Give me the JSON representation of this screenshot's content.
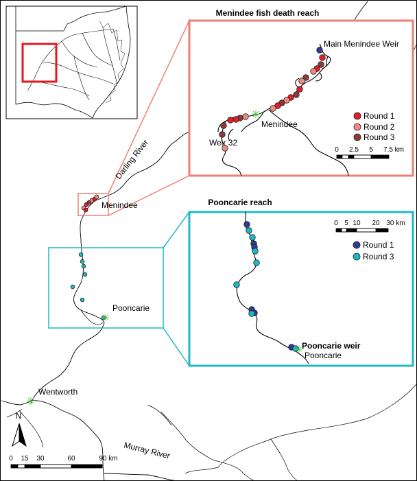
{
  "colors": {
    "round1_red": "#e01f26",
    "round2_pink": "#f08a82",
    "round3_brown": "#8c3a3a",
    "menindee_box": "#f07f73",
    "pooncarie_box": "#1fb8c7",
    "round1_blue": "#2b3d96",
    "round3_cyan": "#1fb8c7",
    "weir_star": "#3fbf28",
    "locator_box": "#e8161b"
  },
  "icons": {
    "weir": "green-star-icon",
    "north": "north-arrow-icon"
  },
  "menindee_inset": {
    "title": "Menindee fish death reach",
    "labels": {
      "main_weir": "Main Menindee  Weir",
      "town": "Menindee",
      "weir32": "Weir 32"
    },
    "legend": [
      {
        "label": "Round 1",
        "color": "#e01f26"
      },
      {
        "label": "Round 2",
        "color": "#f08a82"
      },
      {
        "label": "Round 3",
        "color": "#8c3a3a"
      }
    ],
    "scale_ticks": [
      "0",
      "2.5",
      "5",
      "7.5 km"
    ]
  },
  "pooncarie_inset": {
    "title": "Pooncarie reach",
    "labels": {
      "weir": "Pooncarie weir",
      "town": "Pooncarie"
    },
    "legend": [
      {
        "label": "Round 1",
        "color": "#2b3d96"
      },
      {
        "label": "Round 3",
        "color": "#1fb8c7"
      }
    ],
    "scale_ticks": [
      "0",
      "5",
      "10",
      "20",
      "30 km"
    ]
  },
  "main_map": {
    "labels": {
      "darling": "Darling River",
      "murray": "Murray River",
      "menindee": "Menindee",
      "pooncarie": "Pooncarie",
      "wentworth": "Wentworth",
      "north": "N"
    },
    "scale_ticks": [
      "0",
      "15",
      "30",
      "60",
      "90 km"
    ]
  }
}
